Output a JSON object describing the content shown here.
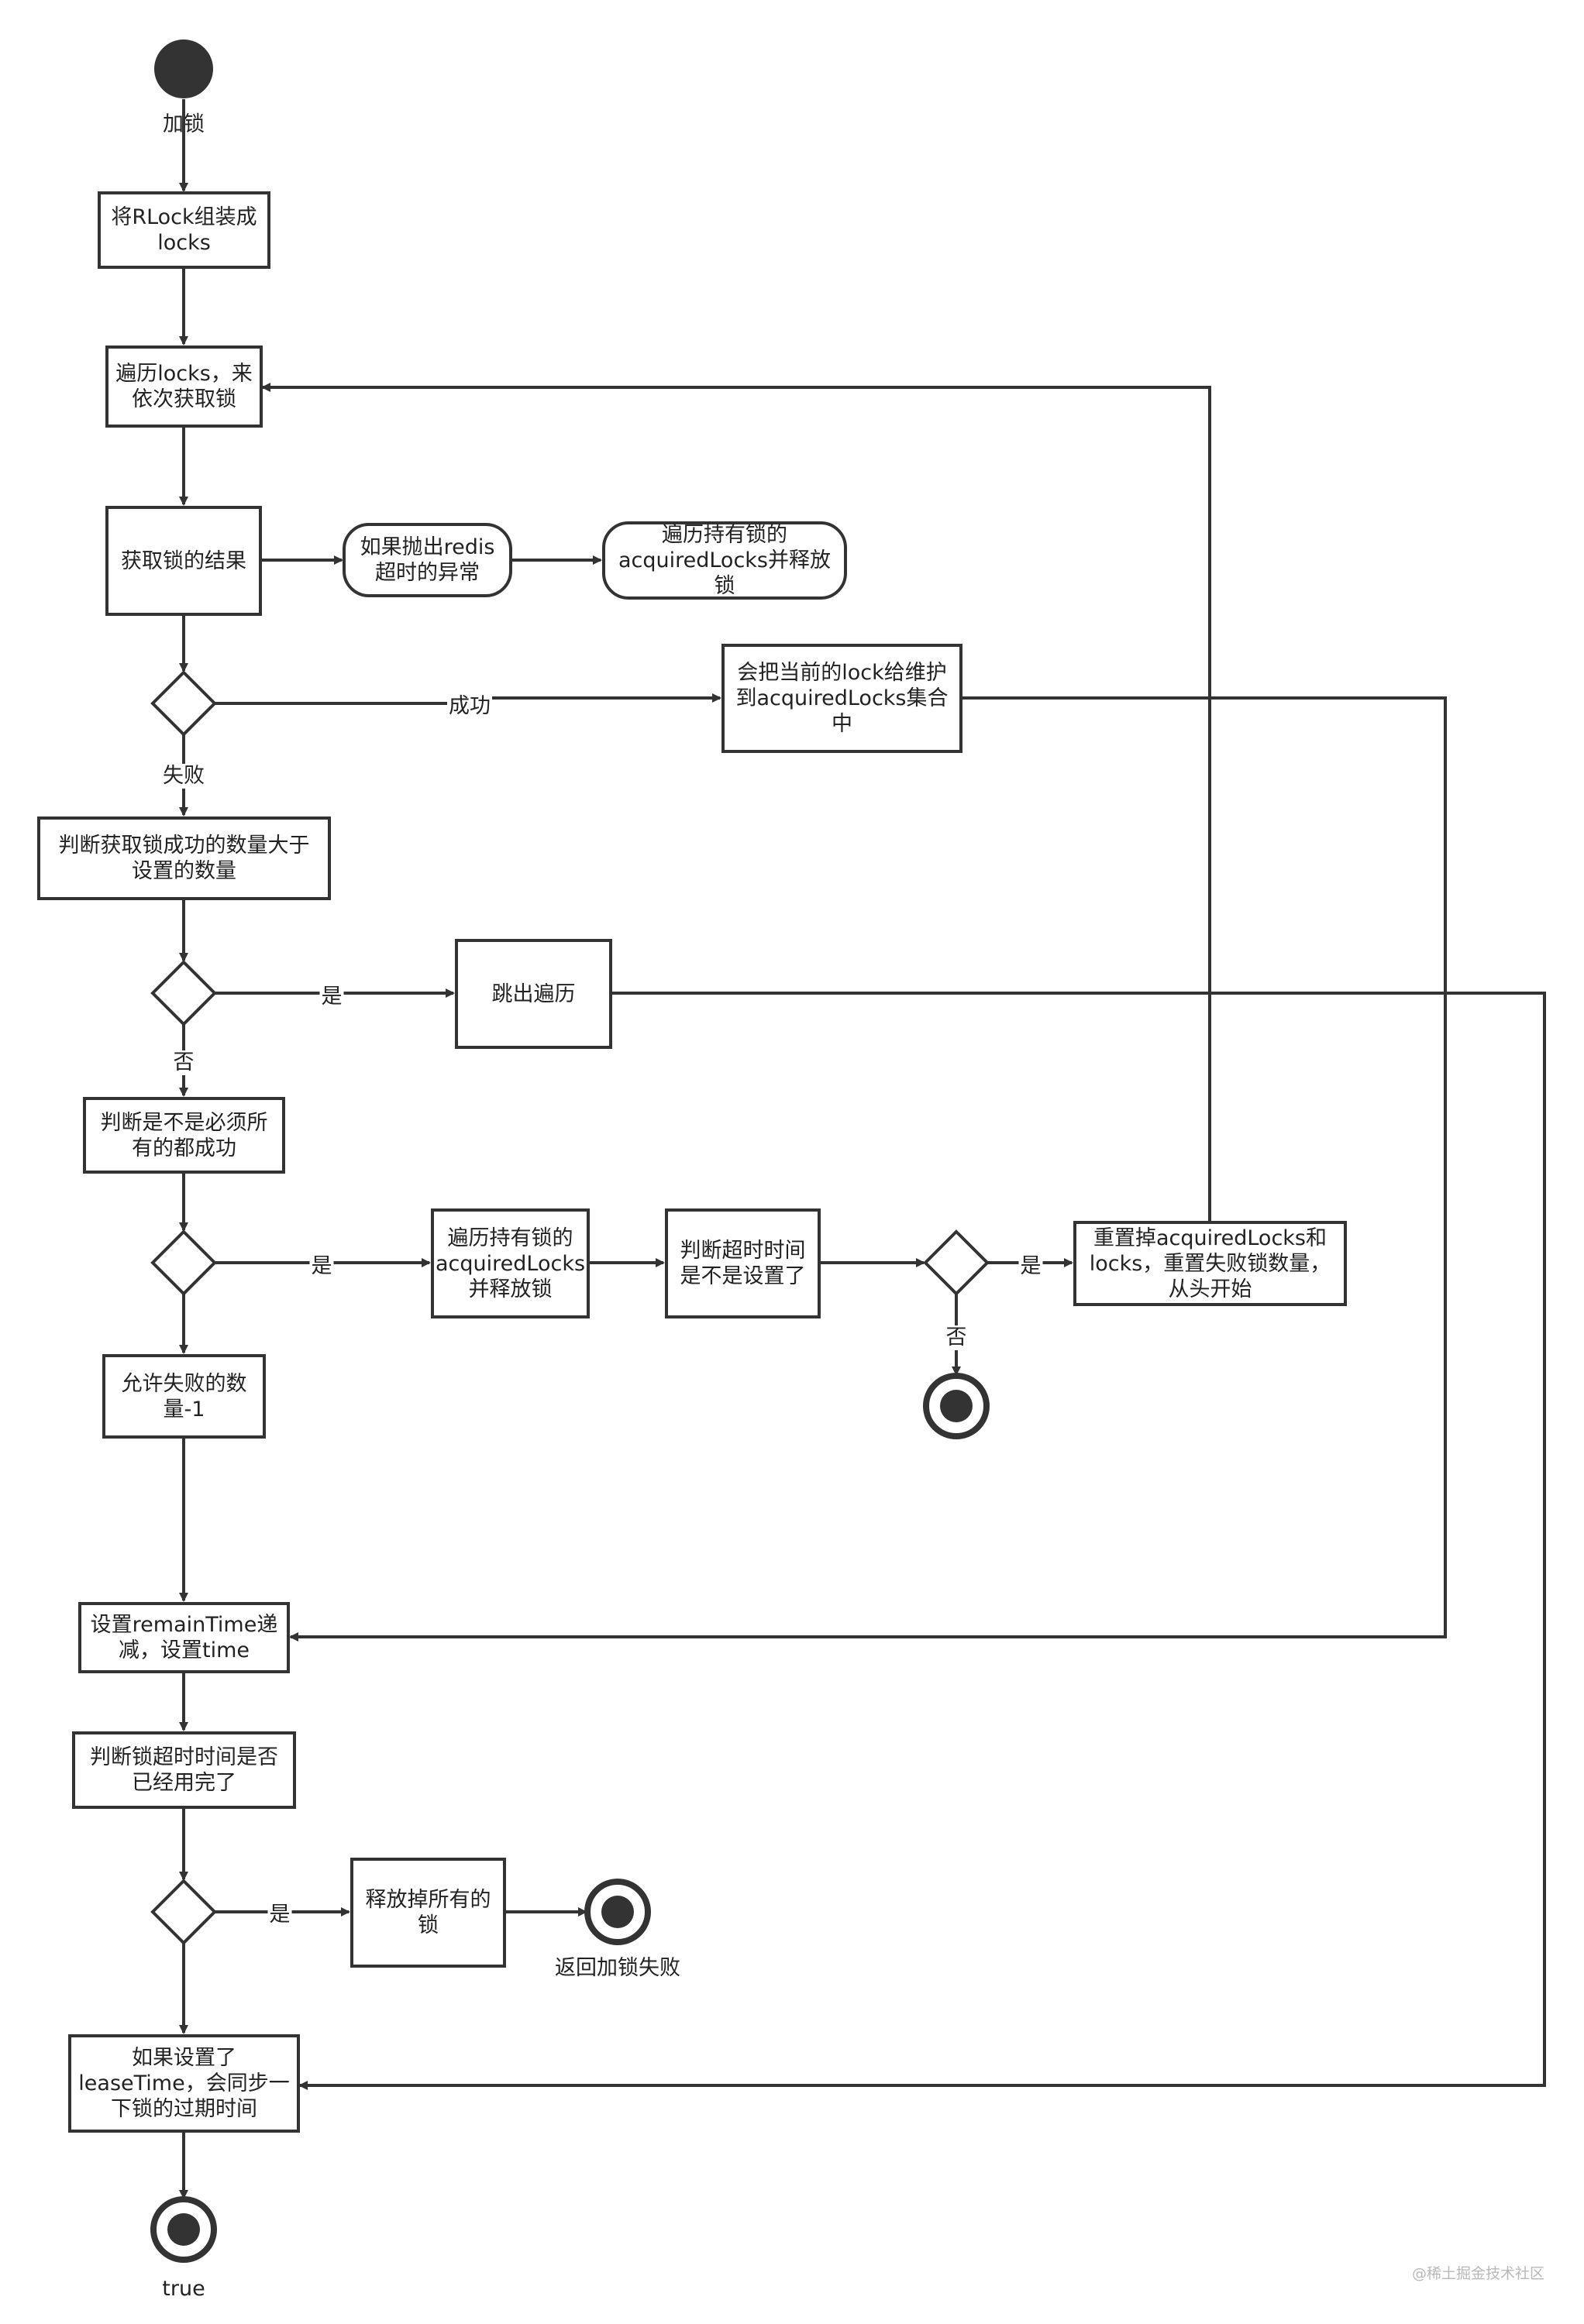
{
  "nodes": {
    "start_label": "加锁",
    "build_locks": "将RLock组装成\nlocks",
    "iterate": "遍历locks，来\n依次获取锁",
    "result": "获取锁的结果",
    "redis_timeout": "如果抛出redis\n超时的异常",
    "release_iter": "遍历持有锁的\nacquiredLocks并释放锁",
    "maintain": "会把当前的lock给维护\n到acquiredLocks集合中",
    "judge_count": "判断获取锁成功的数量大于\n设置的数量",
    "break_loop": "跳出遍历",
    "judge_all": "判断是不是必须所\n有的都成功",
    "release_held": "遍历持有锁的\nacquiredLocks\n并释放锁",
    "judge_timeout_set": "判断超时时间\n是不是设置了",
    "reset": "重置掉acquiredLocks和\nlocks，重置失败锁数量，\n从头开始",
    "allow_fail": "允许失败的数\n量-1",
    "set_remain": "设置remainTime递\n减，设置time",
    "judge_used": "判断锁超时时间是否\n已经用完了",
    "release_all": "释放掉所有的\n锁",
    "return_fail": "返回加锁失败",
    "lease": "如果设置了\nleaseTime，会同步一\n下锁的过期时间",
    "end_true": "true"
  },
  "edge_labels": {
    "success": "成功",
    "fail": "失败",
    "yes1": "是",
    "no1": "否",
    "yes2": "是",
    "yes3": "是",
    "no3": "否",
    "yes4": "是"
  },
  "watermark": "@稀土掘金技术社区",
  "colors": {
    "stroke": "#333333",
    "fill": "#333333",
    "text": "#222222"
  }
}
